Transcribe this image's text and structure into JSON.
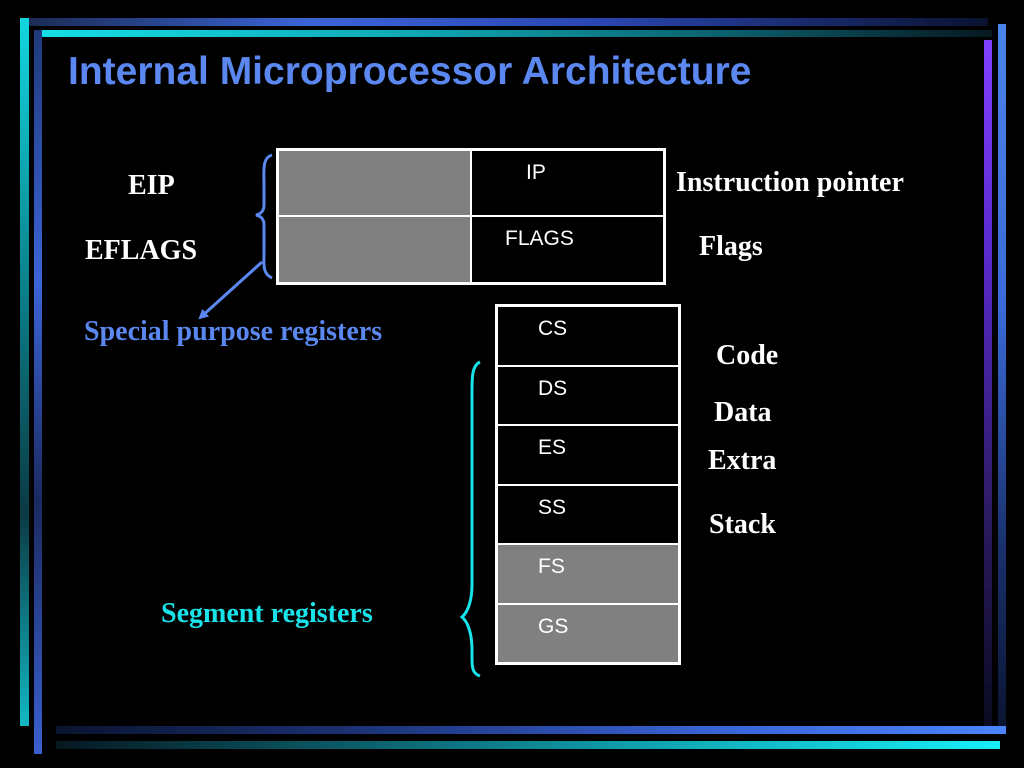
{
  "title": "Internal Microprocessor Architecture",
  "special": {
    "left_labels": [
      "EIP",
      "EFLAGS"
    ],
    "registers": [
      "IP",
      "FLAGS"
    ],
    "right_labels": [
      "Instruction pointer",
      "Flags"
    ],
    "group_label": "Special purpose registers"
  },
  "segment": {
    "registers": [
      "CS",
      "DS",
      "ES",
      "SS",
      "FS",
      "GS"
    ],
    "right_labels": [
      "Code",
      "Data",
      "Extra",
      "Stack"
    ],
    "group_label": "Segment registers"
  },
  "colors": {
    "title": "#5b88f0",
    "special_label": "#5b88f0",
    "segment_label": "#19e3ea",
    "shaded_cell": "#808080"
  }
}
